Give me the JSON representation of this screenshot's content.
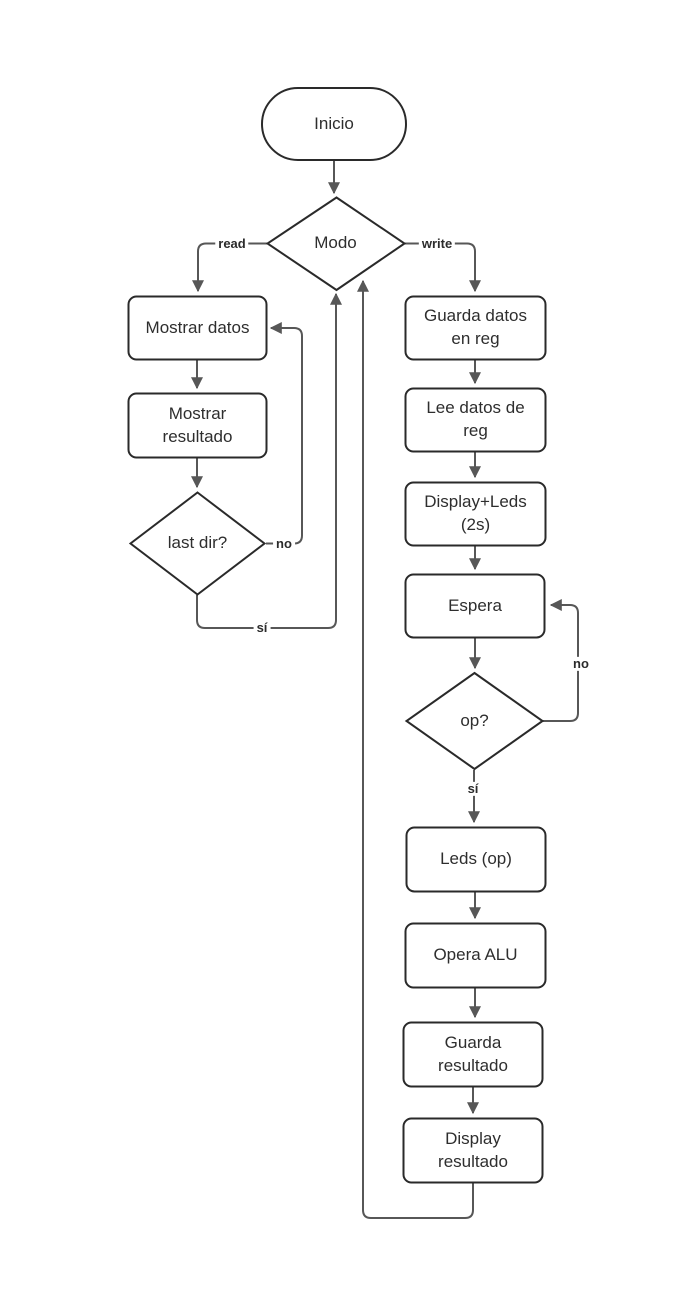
{
  "diagram": {
    "nodes": [
      {
        "id": "inicio",
        "type": "terminator",
        "label": "Inicio"
      },
      {
        "id": "modo",
        "type": "decision",
        "label": "Modo"
      },
      {
        "id": "mostrar-datos",
        "type": "process",
        "label": "Mostrar datos"
      },
      {
        "id": "mostrar-resultado",
        "type": "process",
        "label": "Mostrar\nresultado"
      },
      {
        "id": "last-dir",
        "type": "decision",
        "label": "last dir?"
      },
      {
        "id": "guarda-datos",
        "type": "process",
        "label": "Guarda datos\nen reg"
      },
      {
        "id": "lee-datos",
        "type": "process",
        "label": "Lee datos de\nreg"
      },
      {
        "id": "display-leds",
        "type": "process",
        "label": "Display+Leds\n(2s)"
      },
      {
        "id": "espera",
        "type": "process",
        "label": "Espera"
      },
      {
        "id": "op",
        "type": "decision",
        "label": "op?"
      },
      {
        "id": "leds-op",
        "type": "process",
        "label": "Leds (op)"
      },
      {
        "id": "opera-alu",
        "type": "process",
        "label": "Opera ALU"
      },
      {
        "id": "guarda-resultado",
        "type": "process",
        "label": "Guarda\nresultado"
      },
      {
        "id": "display-resultado",
        "type": "process",
        "label": "Display\nresultado"
      }
    ],
    "edge_labels": [
      {
        "id": "read",
        "text": "read"
      },
      {
        "id": "write",
        "text": "write"
      },
      {
        "id": "no-last-dir",
        "text": "no"
      },
      {
        "id": "si-last-dir",
        "text": "sí"
      },
      {
        "id": "no-op",
        "text": "no"
      },
      {
        "id": "si-op",
        "text": "sí"
      }
    ],
    "colors": {
      "background": "#ffffff",
      "shape_fill": "#ffffff",
      "shape_stroke": "#2a2a2a",
      "line": "#575757",
      "text": "#2e2e2e"
    }
  }
}
